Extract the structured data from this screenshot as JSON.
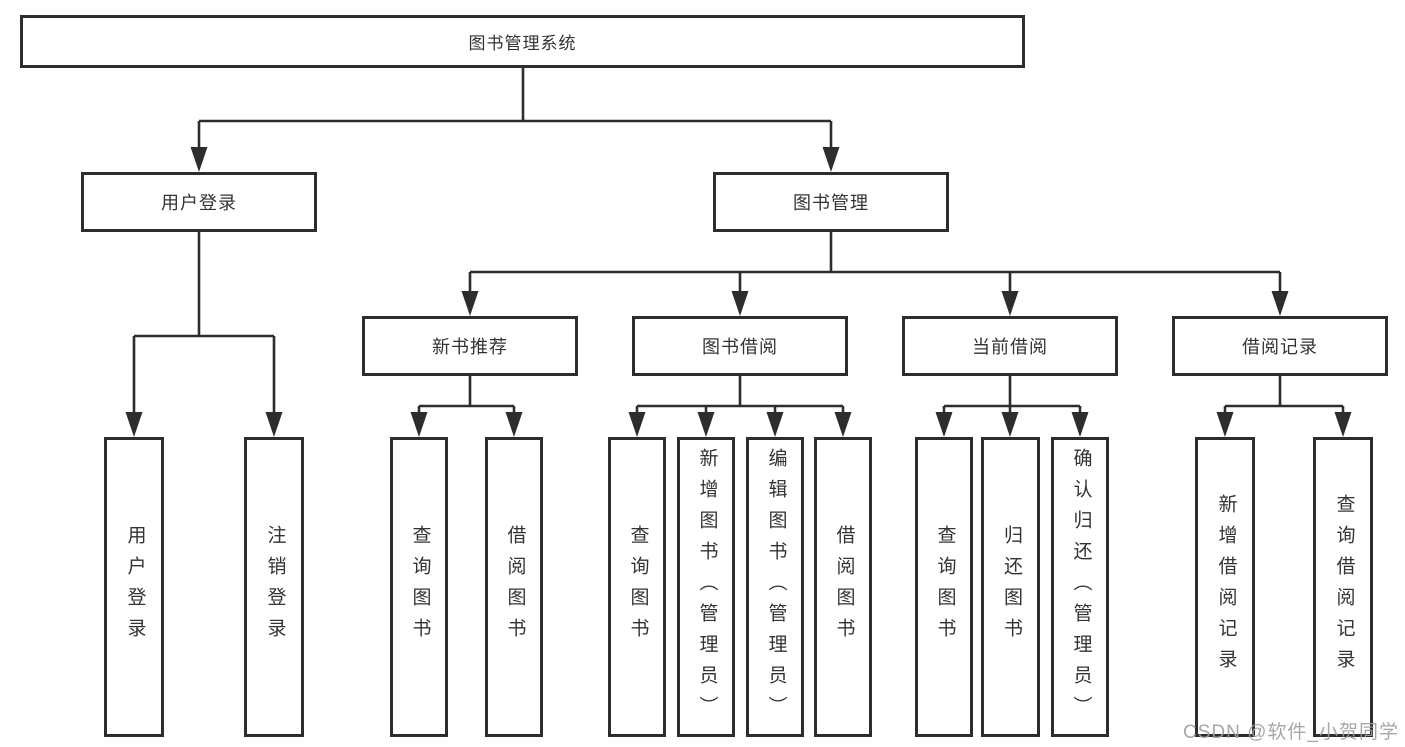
{
  "diagram": {
    "root": {
      "label": "图书管理系统"
    },
    "branches": [
      {
        "label": "用户登录",
        "children": [
          {
            "label": "用户登录"
          },
          {
            "label": "注销登录"
          }
        ]
      },
      {
        "label": "图书管理",
        "children": [
          {
            "label": "新书推荐",
            "children": [
              {
                "label": "查询图书"
              },
              {
                "label": "借阅图书"
              }
            ]
          },
          {
            "label": "图书借阅",
            "children": [
              {
                "label": "查询图书"
              },
              {
                "label": "新增图书（管理员）"
              },
              {
                "label": "编辑图书（管理员）"
              },
              {
                "label": "借阅图书"
              }
            ]
          },
          {
            "label": "当前借阅",
            "children": [
              {
                "label": "查询图书"
              },
              {
                "label": "归还图书"
              },
              {
                "label": "确认归还（管理员）"
              }
            ]
          },
          {
            "label": "借阅记录",
            "children": [
              {
                "label": "新增借阅记录"
              },
              {
                "label": "查询借阅记录"
              }
            ]
          }
        ]
      }
    ]
  },
  "watermark": {
    "text": "CSDN @软件_小贺同学"
  },
  "colors": {
    "line": "#2d2d2d",
    "text": "#333333",
    "watermark_gray": "#9e9e9e",
    "background": "#ffffff"
  }
}
